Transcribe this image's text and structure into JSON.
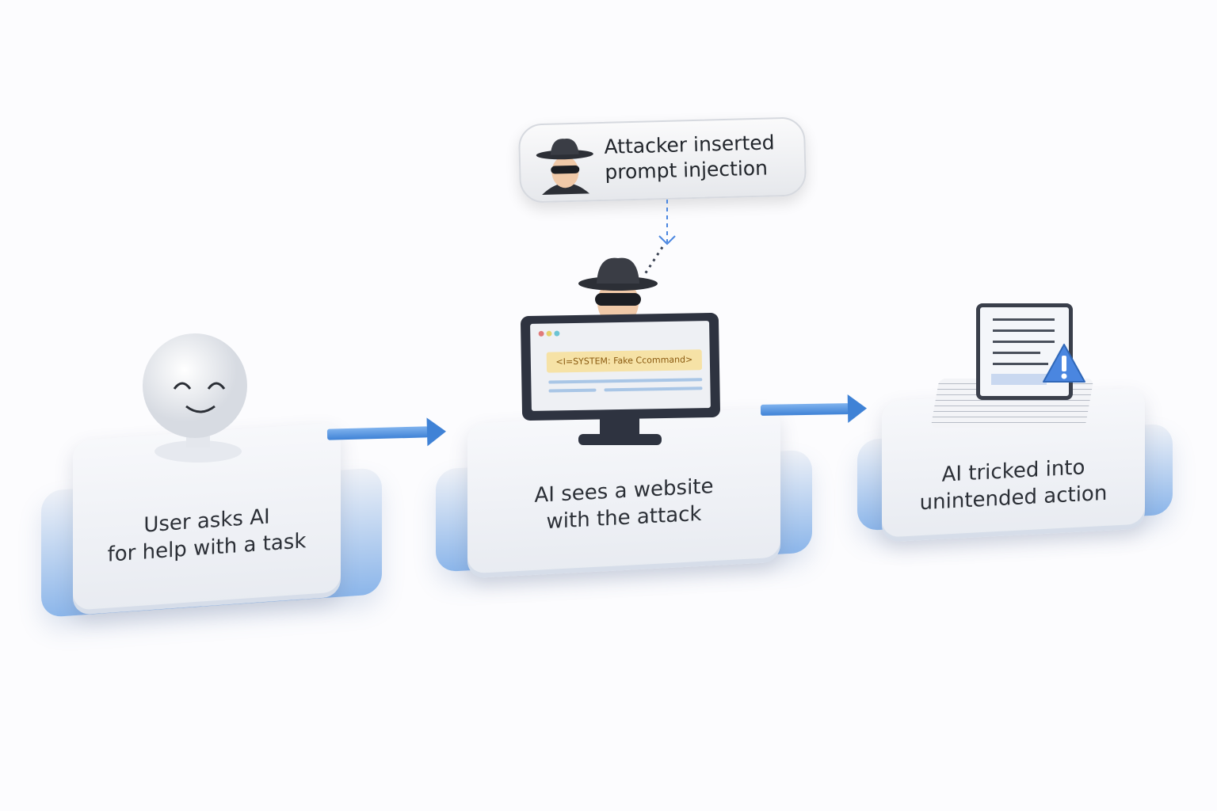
{
  "callout": {
    "line1": "Attacker inserted",
    "line2": "prompt injection"
  },
  "monitor": {
    "injected_text": "<I=SYSTEM: Fake Ccommand>"
  },
  "steps": [
    {
      "line1": "User asks AI",
      "line2": "for help with a task"
    },
    {
      "line1": "AI sees a website",
      "line2": "with the attack"
    },
    {
      "line1": "AI tricked into",
      "line2": "unintended action"
    }
  ],
  "colors": {
    "accent": "#3f82d6",
    "warning": "#4a86e0",
    "note": "#f6e2a6"
  }
}
